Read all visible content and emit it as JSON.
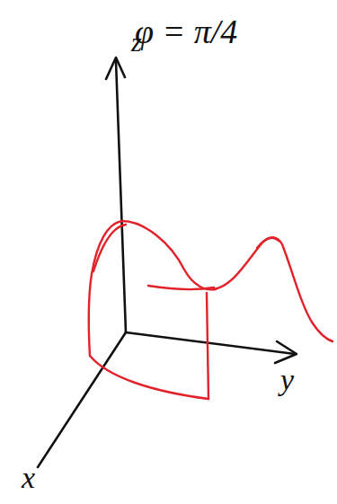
{
  "diagram": {
    "labels": [
      "φ = π/4",
      "z",
      "y",
      "x"
    ]
  }
}
